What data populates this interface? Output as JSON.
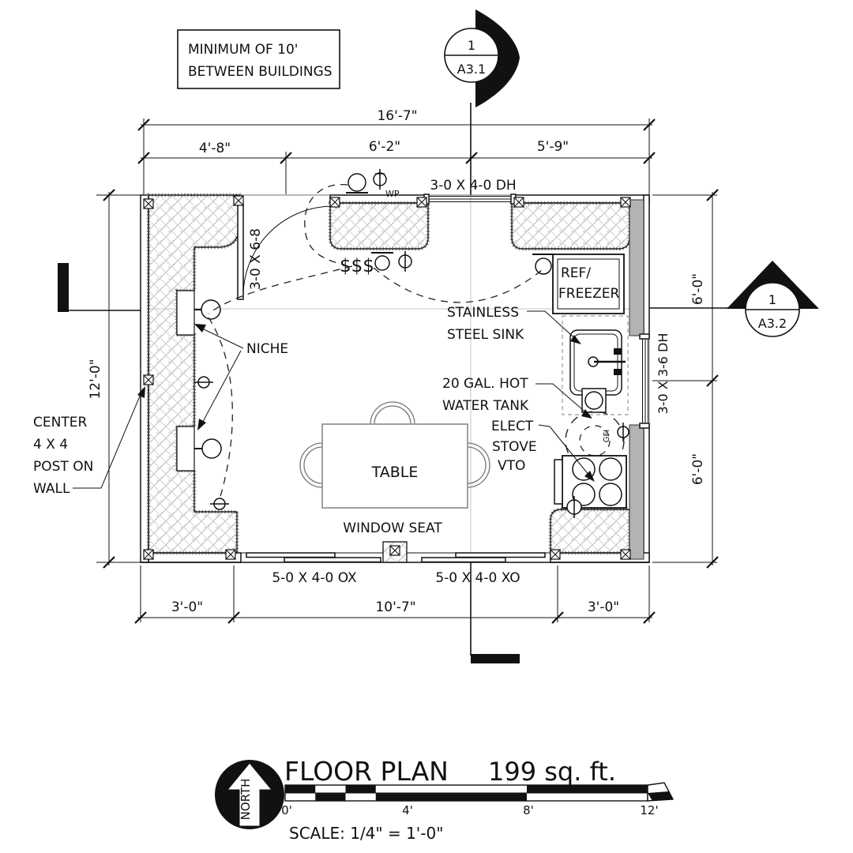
{
  "note": {
    "line1": "MINIMUM OF 10'",
    "line2": "BETWEEN BUILDINGS"
  },
  "markers": {
    "a31_num": "1",
    "a31_sheet": "A3.1",
    "a32_num": "1",
    "a32_sheet": "A3.2"
  },
  "dimensions": {
    "overall_width": "16'-7\"",
    "top_left": "4'-8\"",
    "top_mid": "6'-2\"",
    "top_right": "5'-9\"",
    "left_height": "12'-0\"",
    "right_upper": "6'-0\"",
    "right_lower": "6'-0\"",
    "bottom_left": "3'-0\"",
    "bottom_mid": "10'-7\"",
    "bottom_right": "3'-0\""
  },
  "openings": {
    "top_window": "3-0 X 4-0 DH",
    "door": "3-0 X 6-8",
    "right_window": "3-0 X 3-6 DH",
    "bottom_window_left": "5-0 X 4-0 OX",
    "bottom_window_right": "5-0 X 4-0 XO"
  },
  "labels": {
    "niche": "NICHE",
    "post_l1": "CENTER",
    "post_l2": "4 X 4",
    "post_l3": "POST ON",
    "post_l4": "WALL",
    "sink_l1": "STAINLESS",
    "sink_l2": "STEEL SINK",
    "tank_l1": "20 GAL. HOT",
    "tank_l2": "WATER TANK",
    "stove_l1": "ELECT",
    "stove_l2": "STOVE",
    "stove_l3": "VTO",
    "ref_l1": "REF/",
    "ref_l2": "FREEZER",
    "table": "TABLE",
    "window_seat": "WINDOW SEAT",
    "wp": "WP",
    "gfi": "GFI",
    "switches": "$$$"
  },
  "title": {
    "name": "FLOOR PLAN",
    "area": "199 sq. ft.",
    "scale_note": "SCALE: 1/4\" = 1'-0\"",
    "north": "NORTH",
    "ticks": [
      "0'",
      "4'",
      "8'",
      "12'"
    ]
  }
}
